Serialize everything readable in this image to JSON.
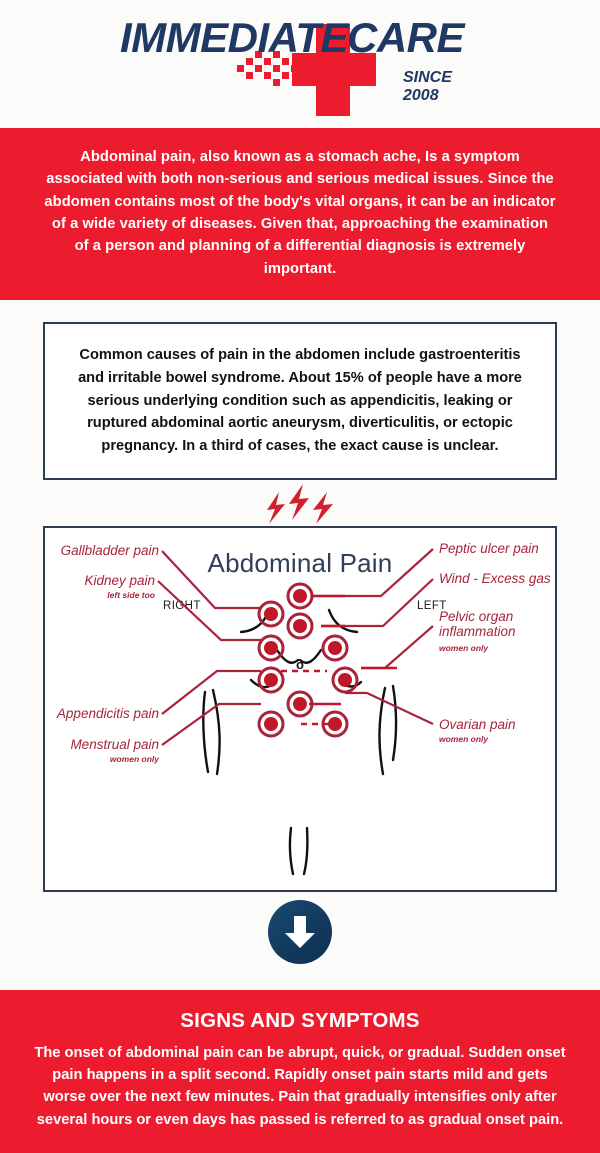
{
  "colors": {
    "red": "#ed1b2e",
    "navy": "#2e3e50",
    "title_navy": "#2e4057",
    "label_red": "#a8243a",
    "marker_red": "#c0172b",
    "background": "#fbfbfa",
    "arrow_blue": "#134065"
  },
  "header": {
    "logo": {
      "word_one": "IMMEDIATE",
      "word_two": "CARE",
      "since_line_one": "SINCE",
      "since_line_two": "2008",
      "cross_icon": "medical-cross-icon"
    }
  },
  "intro": {
    "text": "Abdominal pain, also known as a stomach ache, Is a symptom associated with both non-serious and serious medical issues. Since the abdomen contains most of the body's vital organs, it can be an indicator of a wide variety of diseases. Given that, approaching the examination of a person and planning of a differential diagnosis is extremely important."
  },
  "causes": {
    "text": "Common causes of pain in the abdomen include gastroenteritis and irritable bowel syndrome. About 15% of people have a more serious underlying condition such as appendicitis, leaking or ruptured abdominal aortic aneurysm, diverticulitis, or ectopic pregnancy. In a third of cases, the exact cause is unclear."
  },
  "separator": {
    "bolt_icon": "lightning-bolt-icon",
    "bolt_count": 3
  },
  "diagram": {
    "title": "Abdominal Pain",
    "side_right": "RIGHT",
    "side_left": "LEFT",
    "torso_icon": "human-torso-outline-icon",
    "navel_marker": "o",
    "left_labels": [
      {
        "label": "Gallbladder pain",
        "note": ""
      },
      {
        "label": "Kidney pain",
        "note": "left side too"
      },
      {
        "label": "Appendicitis pain",
        "note": ""
      },
      {
        "label": "Menstrual pain",
        "note": "women only"
      }
    ],
    "right_labels": [
      {
        "label": "Peptic ulcer pain",
        "note": ""
      },
      {
        "label": "Wind - Excess gas",
        "note": ""
      },
      {
        "label": "Pelvic organ",
        "label2": "inflammation",
        "note": "women only"
      },
      {
        "label": "Ovarian pain",
        "note": "women only"
      }
    ],
    "pain_point_count": 10
  },
  "arrow": {
    "icon": "arrow-down-circle-icon"
  },
  "signs": {
    "title": "SIGNS AND SYMPTOMS",
    "text": "The onset of abdominal pain can be abrupt, quick, or gradual. Sudden onset pain happens in a split second. Rapidly onset pain starts mild and gets worse over the next few minutes. Pain that gradually intensifies only after several hours or even days has passed is referred to as gradual onset pain."
  }
}
